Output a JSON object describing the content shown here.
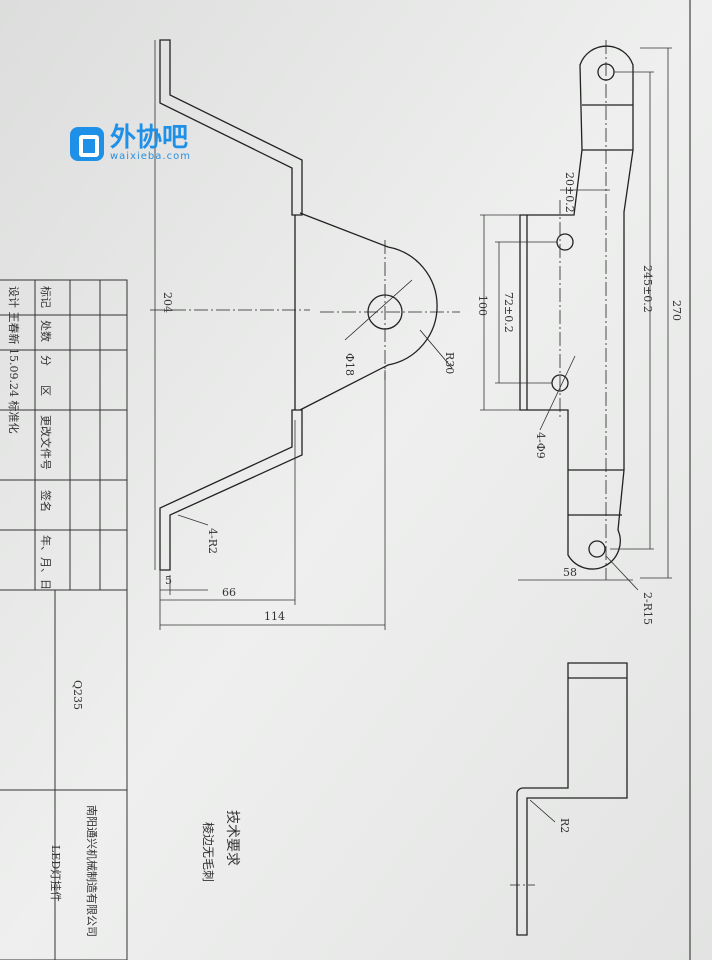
{
  "logo": {
    "brand": "外协吧",
    "url": "waixieba.com"
  },
  "title_block": {
    "rows": [
      "标记",
      "处数",
      "分",
      "区",
      "更改文件号",
      "签名",
      "年、月、日"
    ],
    "designer_row": "设计  王春新  15.09.24  标准化",
    "material": "Q235",
    "company": "南阳通兴机械制造有限公司",
    "part_name": "LED灯挂件"
  },
  "tech_requirements": {
    "heading": "技术要求",
    "item": "棱边无毛刺"
  },
  "dimensions": {
    "side_view": {
      "height": "204",
      "bend_radius": "4-R2",
      "thickness": "5",
      "offset": "66",
      "width": "114"
    },
    "center_view": {
      "hole": "Φ18",
      "radius": "R30"
    },
    "top_view": {
      "hole_spacing_top": "20±0.2",
      "inner_spacing": "72±0.2",
      "outer_height": "100",
      "hole_count": "4-Φ9",
      "center_distance": "245±0.2",
      "overall": "270",
      "width": "58",
      "end_radius": "2-R15"
    },
    "small_view": {
      "bend_radius": "R2"
    }
  }
}
